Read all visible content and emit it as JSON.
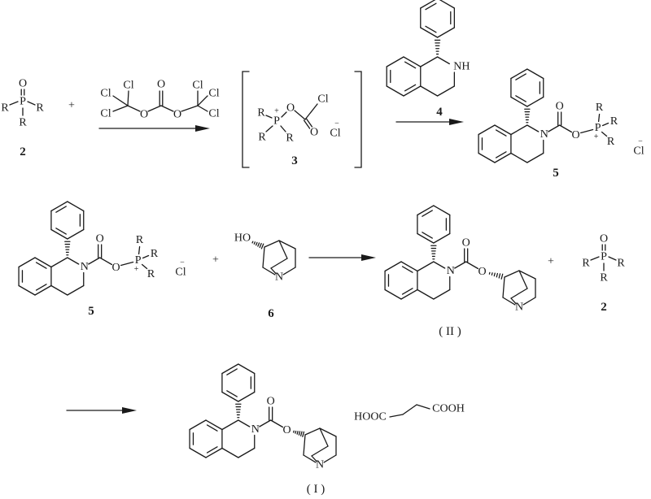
{
  "compounds": {
    "c2": "2",
    "c3": "3",
    "c4": "4",
    "c5": "5",
    "c6": "6",
    "cII": "( II )",
    "cI": "( I )"
  },
  "atoms": {
    "O": "O",
    "P": "P",
    "R": "R",
    "Cl": "Cl",
    "N": "N",
    "NH": "NH",
    "HO": "HO",
    "HOOC": "HOOC",
    "COOH": "COOH",
    "plus_charge": "+",
    "minus_charge": "−"
  },
  "operators": {
    "plus": "+"
  }
}
